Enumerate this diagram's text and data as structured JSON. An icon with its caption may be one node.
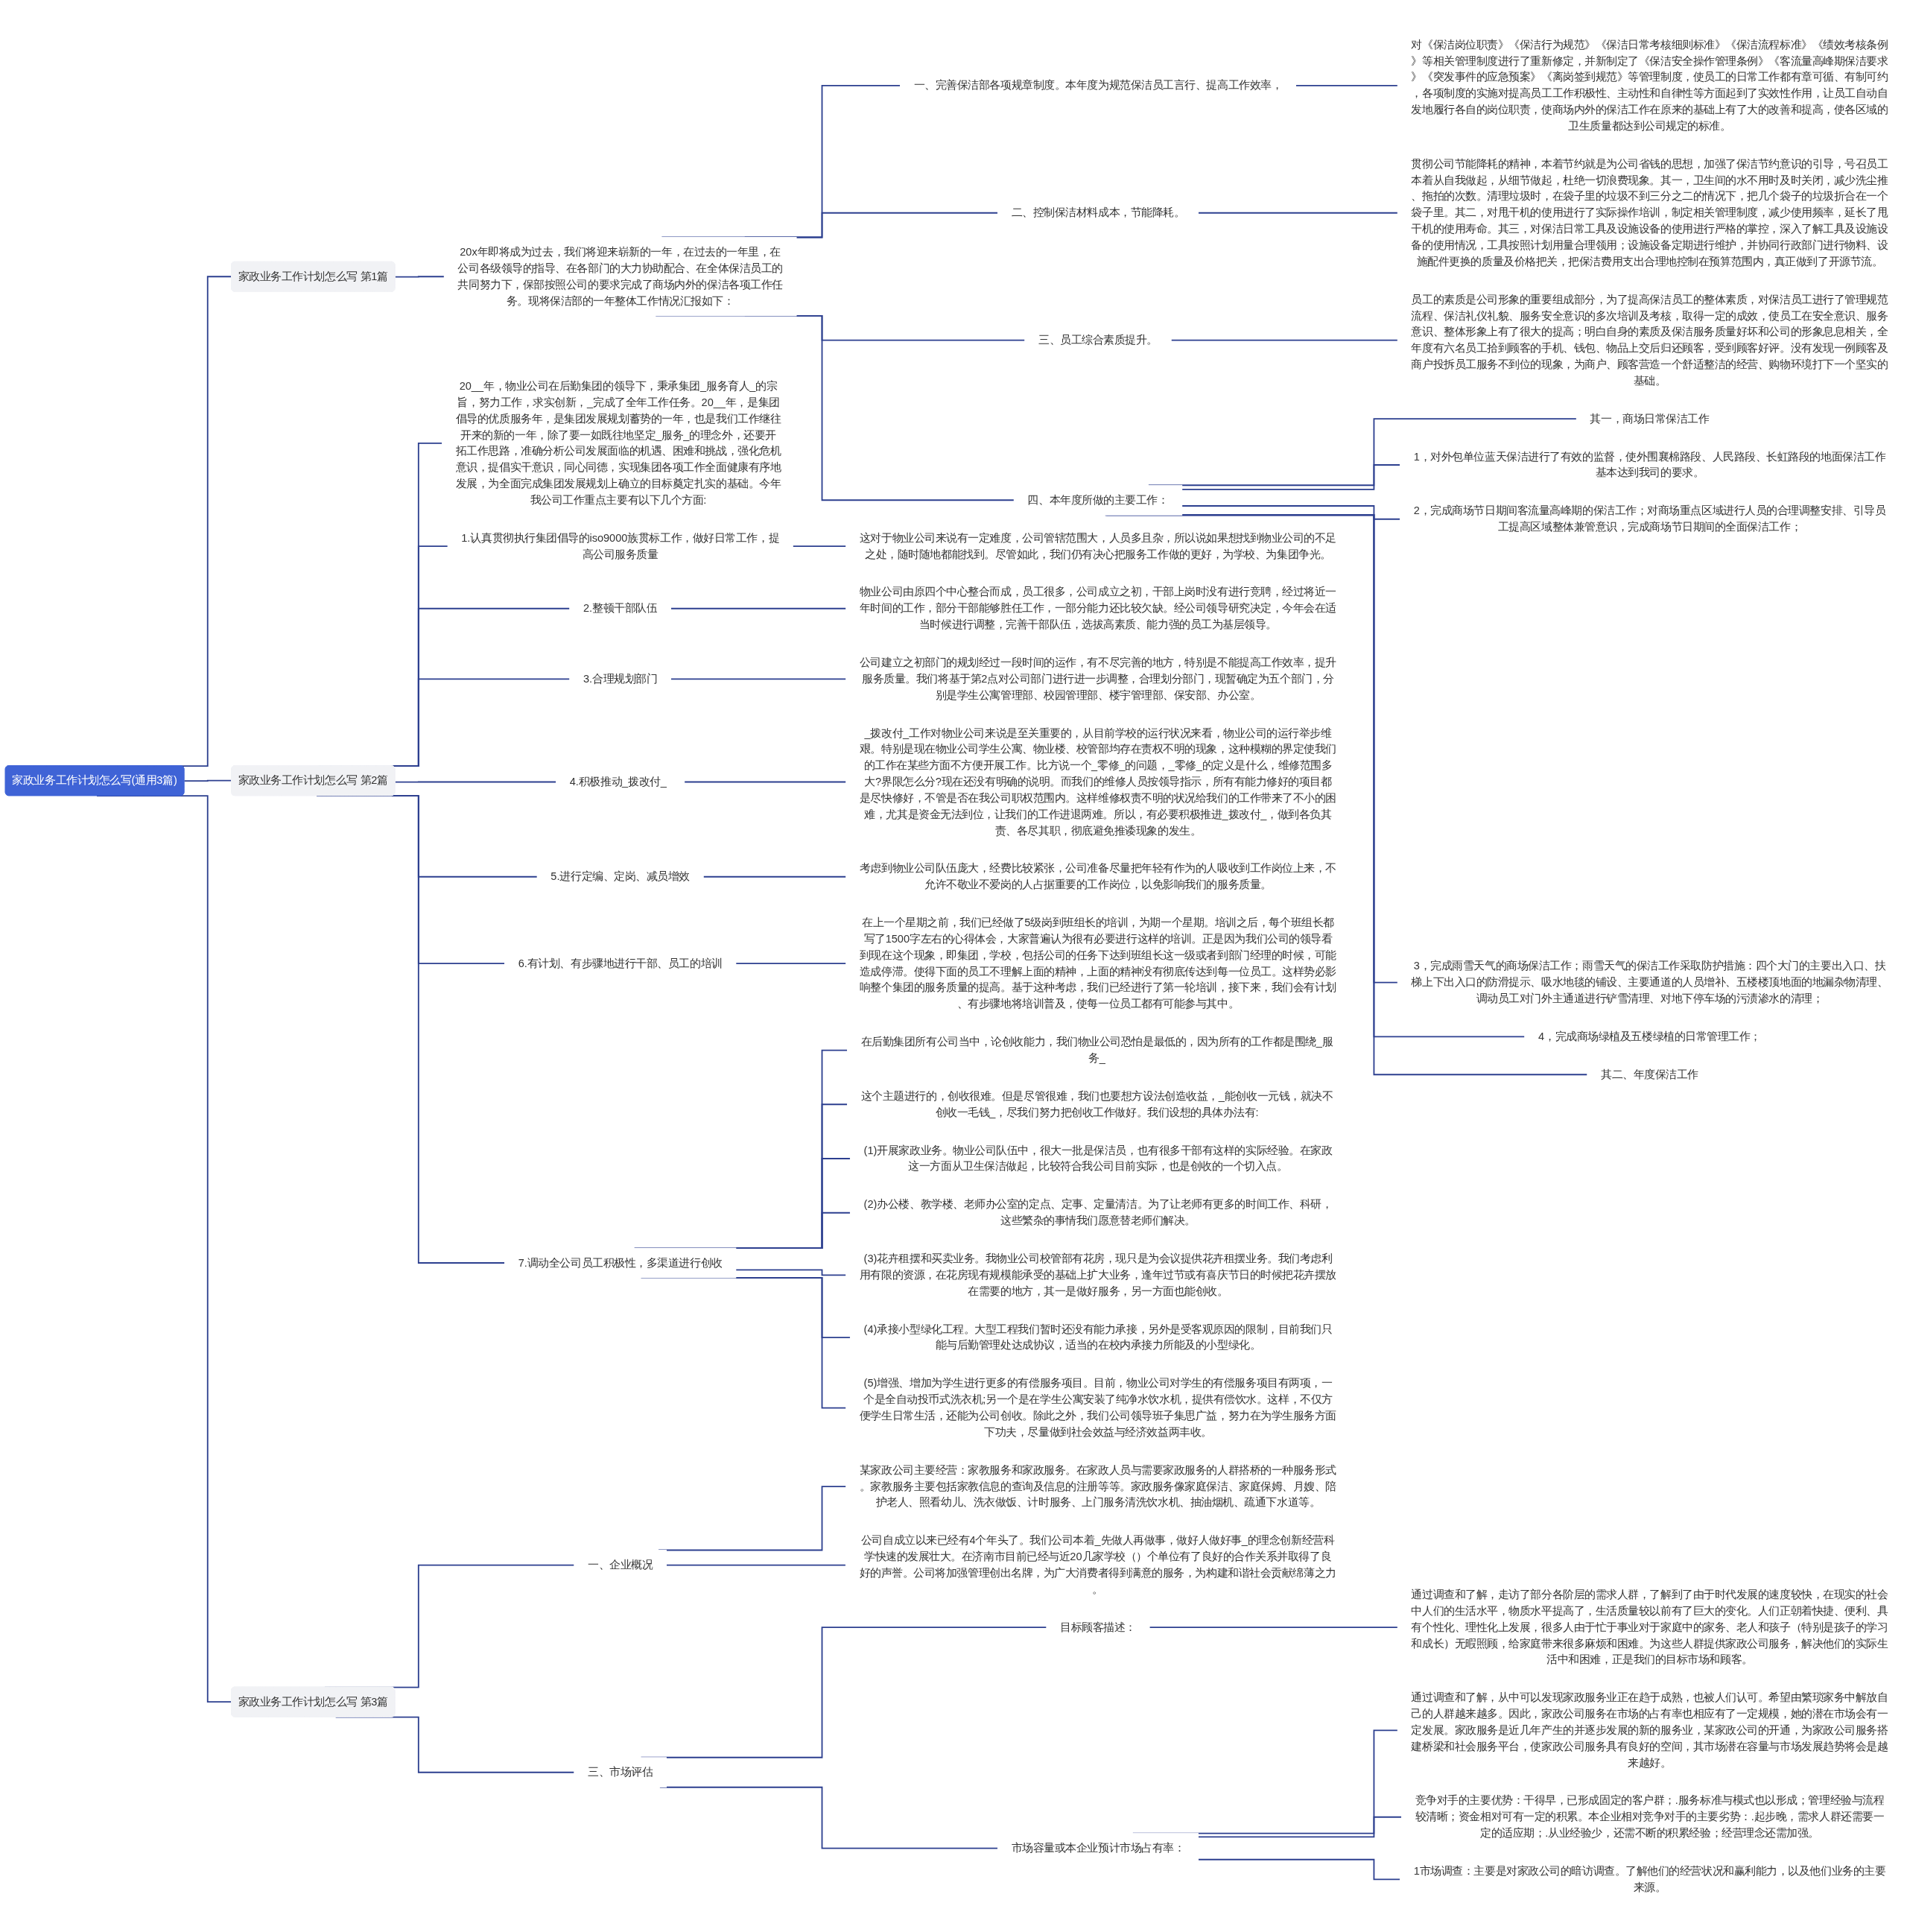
{
  "diagram": {
    "nodes": [
      {
        "text": [
          "家政业务工作计划怎么写(通用3篇)"
        ]
      },
      {
        "text": [
          "家政业务工作计划怎么写 第1篇"
        ]
      },
      {
        "text": [
          "20x年即将成为过去，我们将迎来崭新的一年，在过去的一年里，在公司各级领导的指导、在各部门的大力协助配合、在全体保洁员工的共同努力下，保部按照公司的要求完成了商场内外的保洁各项工作任务。现将保洁部的一年整体工作情况汇报如下："
        ]
      },
      {
        "text": [
          "一、完善保洁部各项规章制度。本年度为规范保洁员工言行、提高工作效率，"
        ]
      },
      {
        "text": [
          "对《保洁岗位职责》《保洁行为规范》《保洁日常考核细则标准》《保洁流程标准》《绩效考核条例》等相关管理制度进行了重新修定，并新制定了《保洁安全操作管理条例》《客流量高峰期保洁要求》《突发事件的应急预案》《离岗签到规范》等管理制度，使员工的日常工作都有章可循、有制可约，各项制度的实施对提高员工工作积极性、主动性和自律性等方面起到了实效性作用，让员工自动自发地履行各自的岗位职责，使商场内外的保洁工作在原来的基础上有了大的改善和提高，使各区域的卫生质量都达到公司规定的标准。"
        ]
      },
      {
        "text": [
          "二、控制保洁材料成本，节能降耗。"
        ]
      },
      {
        "text": [
          "贯彻公司节能降耗的精神，本着节约就是为公司省钱的思想，加强了保洁节约意识的引导，号召员工本着从自我做起，从细节做起，杜绝一切浪费现象。其一，卫生间的水不用时及时关闭，减少洗尘推、拖拍的次数。清理垃圾时，在袋子里的垃圾不到三分之二的情况下，把几个袋子的垃圾折合在一个袋子里。其二，对甩干机的使用进行了实际操作培训，制定相关管理制度，减少使用频率，延长了甩干机的使用寿命。其三，对保洁日常工具及设施设备的使用进行严格的掌控，深入了解工具及设施设备的使用情况，工具按照计划用量合理领用；设施设备定期进行维护，并协同行政部门进行物料、设施配件更换的质量及价格把关，把保洁费用支出合理地控制在预算范围内，真正做到了开源节流。"
        ]
      },
      {
        "text": [
          "三、员工综合素质提升。"
        ]
      },
      {
        "text": [
          "员工的素质是公司形象的重要组成部分，为了提高保洁员工的整体素质，对保洁员工进行了管理规范流程、保洁礼仪礼貌、服务安全意识的多次培训及考核，取得一定的成效，使员工在安全意识、服务意识、整体形象上有了很大的提高；明白自身的素质及保洁服务质量好坏和公司的形象息息相关，全年度有六名员工拾到顾客的手机、钱包、物品上交后归还顾客，受到顾客好评。没有发现一例顾客及商户投拆员工服务不到位的现象，为商户、顾客营造一个舒适整洁的经营、购物环境打下一个坚实的基础。"
        ]
      },
      {
        "text": [
          "四、本年度所做的主要工作："
        ]
      },
      {
        "text": [
          "其一，商场日常保洁工作"
        ]
      },
      {
        "text": [
          "1，对外包单位蓝天保洁进行了有效的监督，使外围襄棉路段、人民路段、长虹路段的地面保洁工作基本达到我司的要求。"
        ]
      },
      {
        "text": [
          "2，完成商场节日期间客流量高峰期的保洁工作；对商场重点区域进行人员的合理调整安排、引导员工提高区域整体兼管意识，完成商场节日期间的全面保洁工作；"
        ]
      },
      {
        "text": [
          "3，完成雨雪天气的商场保洁工作；雨雪天气的保洁工作采取防护措施：四个大门的主要出入口、扶梯上下出入口的防滑提示、吸水地毯的铺设、主要通道的人员增补、五楼楼顶地面的地漏杂物清理、调动员工对门外主通道进行铲雪清理、对地下停车场的污渍渗水的清理；"
        ]
      },
      {
        "text": [
          "4，完成商场绿植及五楼绿植的日常管理工作；"
        ]
      },
      {
        "text": [
          "其二、年度保洁工作"
        ]
      },
      {
        "text": [
          "家政业务工作计划怎么写 第2篇"
        ]
      },
      {
        "text": [
          "20__年，物业公司在后勤集团的领导下，秉承集团_服务育人_的宗旨，努力工作，求实创新，_完成了全年工作任务。20__年，是集团倡导的优质服务年，是集团发展规划蓄势的一年，也是我们工作继往开来的新的一年，除了要一如既往地坚定_服务_的理念外，还要开拓工作思路，准确分析公司发展面临的机遇、困难和挑战，强化危机意识，提倡实干意识，同心同德，实现集团各项工作全面健康有序地发展，为全面完成集团发展规划上确立的目标奠定扎实的基础。今年我公司工作重点主要有以下几个方面:"
        ]
      },
      {
        "text": [
          "1.认真贯彻执行集团倡导的iso9000族贯标工作，做好日常工作，提高公司服务质量"
        ]
      },
      {
        "text": [
          "这对于物业公司来说有一定难度，公司管辖范围大，人员多且杂，所以说如果想找到物业公司的不足之处，随时随地都能找到。尽管如此，我们仍有决心把服务工作做的更好，为学校、为集团争光。"
        ]
      },
      {
        "text": [
          "2.整顿干部队伍"
        ]
      },
      {
        "text": [
          "物业公司由原四个中心整合而成，员工很多，公司成立之初，干部上岗时没有进行竞聘，经过将近一年时间的工作，部分干部能够胜任工作，一部分能力还比较欠缺。经公司领导研究决定，今年会在适当时候进行调整，完善干部队伍，选拔高素质、能力强的员工为基层领导。"
        ]
      },
      {
        "text": [
          "3.合理规划部门"
        ]
      },
      {
        "text": [
          "公司建立之初部门的规划经过一段时间的运作，有不尽完善的地方，特别是不能提高工作效率，提升服务质量。我们将基于第2点对公司部门进行进一步调整，合理划分部门，现暂确定为五个部门，分别是学生公寓管理部、校园管理部、楼宇管理部、保安部、办公室。"
        ]
      },
      {
        "text": [
          "4.积极推动_拨改付_"
        ]
      },
      {
        "text": [
          "_拨改付_工作对物业公司来说是至关重要的，从目前学校的运行状况来看，物业公司的运行举步维艰。特别是现在物业公司学生公寓、物业楼、校管部均存在责权不明的现象，这种模糊的界定使我们的工作在某些方面不方便开展工作。比方说一个_零修_的问题，_零修_的定义是什么，维修范围多大?界限怎么分?现在还没有明确的说明。而我们的维修人员按领导指示，所有有能力修好的项目都是尽快修好，不管是否在我公司职权范围内。这样维修权责不明的状况给我们的工作带来了不小的困难，尤其是资金无法到位，让我们的工作进退两难。所以，有必要积极推进_拨改付_，做到各负其责、各尽其职，彻底避免推诿现象的发生。"
        ]
      },
      {
        "text": [
          "5.进行定编、定岗、减员增效"
        ]
      },
      {
        "text": [
          "考虑到物业公司队伍庞大，经费比较紧张，公司准备尽量把年轻有作为的人吸收到工作岗位上来，不允许不敬业不爱岗的人占据重要的工作岗位，以免影响我们的服务质量。"
        ]
      },
      {
        "text": [
          "6.有计划、有步骤地进行干部、员工的培训"
        ]
      },
      {
        "text": [
          "在上一个星期之前，我们已经做了5级岗到班组长的培训，为期一个星期。培训之后，每个班组长都写了1500字左右的心得体会，大家普遍认为很有必要进行这样的培训。正是因为我们公司的领导看到现在这个现象，即集团，学校，包括公司的任务下达到班组长这一级或者到部门经理的时候，可能造成停滞。使得下面的员工不理解上面的精神，上面的精神没有彻底传达到每一位员工。这样势必影响整个集团的服务质量的提高。基于这种考虑，我们已经进行了第一轮培训，接下来，我们会有计划、有步骤地将培训普及，使每一位员工都有可能参与其中。"
        ]
      },
      {
        "text": [
          "7.调动全公司员工积极性，多渠道进行创收"
        ]
      },
      {
        "text": [
          "在后勤集团所有公司当中，论创收能力，我们物业公司恐怕是最低的，因为所有的工作都是围绕_服务_"
        ]
      },
      {
        "text": [
          "这个主题进行的，创收很难。但是尽管很难，我们也要想方设法创造收益，_能创收一元钱，就决不创收一毛钱_，尽我们努力把创收工作做好。我们设想的具体办法有:"
        ]
      },
      {
        "text": [
          "(1)开展家政业务。物业公司队伍中，很大一批是保洁员，也有很多干部有这样的实际经验。在家政这一方面从卫生保洁做起，比较符合我公司目前实际，也是创收的一个切入点。"
        ]
      },
      {
        "text": [
          "(2)办公楼、教学楼、老师办公室的定点、定事、定量清洁。为了让老师有更多的时间工作、科研，这些繁杂的事情我们愿意替老师们解决。"
        ]
      },
      {
        "text": [
          "(3)花卉租摆和买卖业务。我物业公司校管部有花房，现只是为会议提供花卉租摆业务。我们考虑利用有限的资源，在花房现有规模能承受的基础上扩大业务，逢年过节或有喜庆节日的时候把花卉摆放在需要的地方，其一是做好服务，另一方面也能创收。"
        ]
      },
      {
        "text": [
          "(4)承接小型绿化工程。大型工程我们暂时还没有能力承接，另外是受客观原因的限制，目前我们只能与后勤管理处达成协议，适当的在校内承接力所能及的小型绿化。"
        ]
      },
      {
        "text": [
          "(5)增强、增加为学生进行更多的有偿服务项目。目前，物业公司对学生的有偿服务项目有两项，一个是全自动投币式洗衣机;另一个是在学生公寓安装了纯净水饮水机，提供有偿饮水。这样，不仅方便学生日常生活，还能为公司创收。除此之外，我们公司领导班子集思广益，努力在为学生服务方面下功夫，尽量做到社会效益与经济效益两丰收。"
        ]
      },
      {
        "text": [
          "家政业务工作计划怎么写 第3篇"
        ]
      },
      {
        "text": [
          "一、企业概况"
        ]
      },
      {
        "text": [
          "某家政公司主要经营：家教服务和家政服务。在家政人员与需要家政服务的人群搭桥的一种服务形式。家教服务主要包括家教信息的查询及信息的注册等等。家政服务像家庭保洁、家庭保姆、月嫂、陪护老人、照看幼儿、洗衣做饭、计时服务、上门服务清洗饮水机、抽油烟机、疏通下水道等。"
        ]
      },
      {
        "text": [
          "公司自成立以来已经有4个年头了。我们公司本着_先做人再做事，做好人做好事_的理念创新经营科学快速的发展壮大。在济南市目前已经与近20几家学校（）个单位有了良好的合作关系并取得了良好的声誉。公司将加强管理创出名牌，为广大消费者得到满意的服务，为构建和谐社会贡献绵薄之力。"
        ]
      },
      {
        "text": [
          "三、市场评估"
        ]
      },
      {
        "text": [
          "目标顾客描述："
        ]
      },
      {
        "text": [
          "通过调查和了解，走访了部分各阶层的需求人群，了解到了由于时代发展的速度较快，在现实的社会中人们的生活水平，物质水平提高了，生活质量较以前有了巨大的变化。人们正朝着快捷、便利、具有个性化、理性化上发展，很多人由于忙于事业对于家庭中的家务、老人和孩子（特别是孩子的学习和成长）无暇照顾，给家庭带来很多麻烦和困难。为这些人群提供家政公司服务，解决他们的实际生活中和困难，正是我们的目标市场和顾客。"
        ]
      },
      {
        "text": [
          "市场容量或本企业预计市场占有率："
        ]
      },
      {
        "text": [
          "通过调查和了解，从中可以发现家政服务业正在趋于成熟，也被人们认可。希望由繁琐家务中解放自己的人群越来越多。因此，家政公司服务在市场的占有率也相应有了一定规模，她的潜在市场会有一定发展。家政服务是近几年产生的并逐步发展的新的服务业，某家政公司的开通，为家政公司服务搭建桥梁和社会服务平台，使家政公司服务具有良好的空间，其市场潜在容量与市场发展趋势将会是越来越好。"
        ]
      },
      {
        "text": [
          "竞争对手的主要优势：干得早，已形成固定的客户群；.服务标准与模式也以形成；管理经验与流程较清晰；资金相对可有一定的积累。本企业相对竞争对手的主要劣势：.起步晚，需求人群还需要一定的适应期；.从业经验少，还需不断的积累经验；经营理念还需加强。"
        ]
      },
      {
        "text": [
          "1市场调查：主要是对家政公司的暗访调查。了解他们的经营状况和赢利能力，以及他们业务的主要来源。"
        ]
      }
    ],
    "edges": [
      {
        "from": 0,
        "to": 1,
        "arrow": "none"
      },
      {
        "from": 1,
        "to": 2,
        "arrow": "none"
      },
      {
        "from": 2,
        "to": 3,
        "arrow": "none"
      },
      {
        "from": 3,
        "to": 4,
        "arrow": "none"
      },
      {
        "from": 2,
        "to": 5,
        "arrow": "none"
      },
      {
        "from": 5,
        "to": 6,
        "arrow": "none"
      },
      {
        "from": 2,
        "to": 7,
        "arrow": "none"
      },
      {
        "from": 7,
        "to": 8,
        "arrow": "none"
      },
      {
        "from": 2,
        "to": 9,
        "arrow": "none"
      },
      {
        "from": 9,
        "to": 10,
        "arrow": "none"
      },
      {
        "from": 9,
        "to": 11,
        "arrow": "none"
      },
      {
        "from": 9,
        "to": 12,
        "arrow": "none"
      },
      {
        "from": 9,
        "to": 13,
        "arrow": "none"
      },
      {
        "from": 9,
        "to": 14,
        "arrow": "none"
      },
      {
        "from": 9,
        "to": 15,
        "arrow": "none"
      },
      {
        "from": 0,
        "to": 16,
        "arrow": "none"
      },
      {
        "from": 16,
        "to": 17,
        "arrow": "none"
      },
      {
        "from": 16,
        "to": 18,
        "arrow": "none"
      },
      {
        "from": 18,
        "to": 19,
        "arrow": "none"
      },
      {
        "from": 16,
        "to": 20,
        "arrow": "none"
      },
      {
        "from": 20,
        "to": 21,
        "arrow": "none"
      },
      {
        "from": 16,
        "to": 22,
        "arrow": "none"
      },
      {
        "from": 22,
        "to": 23,
        "arrow": "none"
      },
      {
        "from": 16,
        "to": 24,
        "arrow": "none"
      },
      {
        "from": 24,
        "to": 25,
        "arrow": "none"
      },
      {
        "from": 16,
        "to": 26,
        "arrow": "none"
      },
      {
        "from": 26,
        "to": 27,
        "arrow": "none"
      },
      {
        "from": 16,
        "to": 28,
        "arrow": "none"
      },
      {
        "from": 28,
        "to": 29,
        "arrow": "none"
      },
      {
        "from": 16,
        "to": 30,
        "arrow": "none"
      },
      {
        "from": 30,
        "to": 31,
        "arrow": "none"
      },
      {
        "from": 30,
        "to": 32,
        "arrow": "none"
      },
      {
        "from": 30,
        "to": 33,
        "arrow": "none"
      },
      {
        "from": 30,
        "to": 34,
        "arrow": "none"
      },
      {
        "from": 30,
        "to": 35,
        "arrow": "none"
      },
      {
        "from": 30,
        "to": 36,
        "arrow": "none"
      },
      {
        "from": 30,
        "to": 37,
        "arrow": "none"
      },
      {
        "from": 0,
        "to": 38,
        "arrow": "none"
      },
      {
        "from": 38,
        "to": 39,
        "arrow": "none"
      },
      {
        "from": 39,
        "to": 40,
        "arrow": "none"
      },
      {
        "from": 39,
        "to": 41,
        "arrow": "none"
      },
      {
        "from": 38,
        "to": 42,
        "arrow": "none"
      },
      {
        "from": 42,
        "to": 43,
        "arrow": "none"
      },
      {
        "from": 43,
        "to": 44,
        "arrow": "none"
      },
      {
        "from": 42,
        "to": 45,
        "arrow": "none"
      },
      {
        "from": 45,
        "to": 46,
        "arrow": "none"
      },
      {
        "from": 45,
        "to": 47,
        "arrow": "none"
      },
      {
        "from": 45,
        "to": 48,
        "arrow": "none"
      }
    ]
  }
}
